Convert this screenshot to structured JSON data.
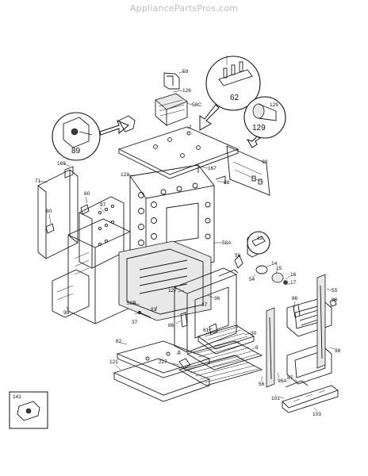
{
  "watermark": "AppliancePartsPros.com",
  "callouts": {
    "c89": "89",
    "c62": "62",
    "c129a": "129",
    "c129b": "129",
    "c12": "12",
    "c141": "141"
  },
  "labels": {
    "l59": "59",
    "l126": "126",
    "l58C": "58C",
    "l2": "2",
    "l99a": "99",
    "l169": "169",
    "l71": "71",
    "l123": "123",
    "l167": "167",
    "l88": "88",
    "l80a": "80",
    "l97": "97",
    "l80b": "80",
    "l58A": "58A",
    "l76": "76",
    "l14": "14",
    "l15": "15",
    "l54": "54",
    "l16": "16",
    "l17": "17",
    "l55": "55",
    "l68": "68",
    "l127": "127",
    "l36": "36",
    "l37a": "37",
    "l58B": "58B",
    "l83": "83",
    "l99b": "99",
    "l37b": "37",
    "l86a": "86",
    "l86b": "86",
    "l81": "81",
    "l30": "30",
    "l9": "9",
    "l82": "82",
    "l6": "6",
    "l227": "227",
    "l121": "121",
    "l98": "98",
    "l96A": "96A",
    "l56": "56",
    "l87": "87",
    "l101": "101",
    "l103": "103"
  }
}
